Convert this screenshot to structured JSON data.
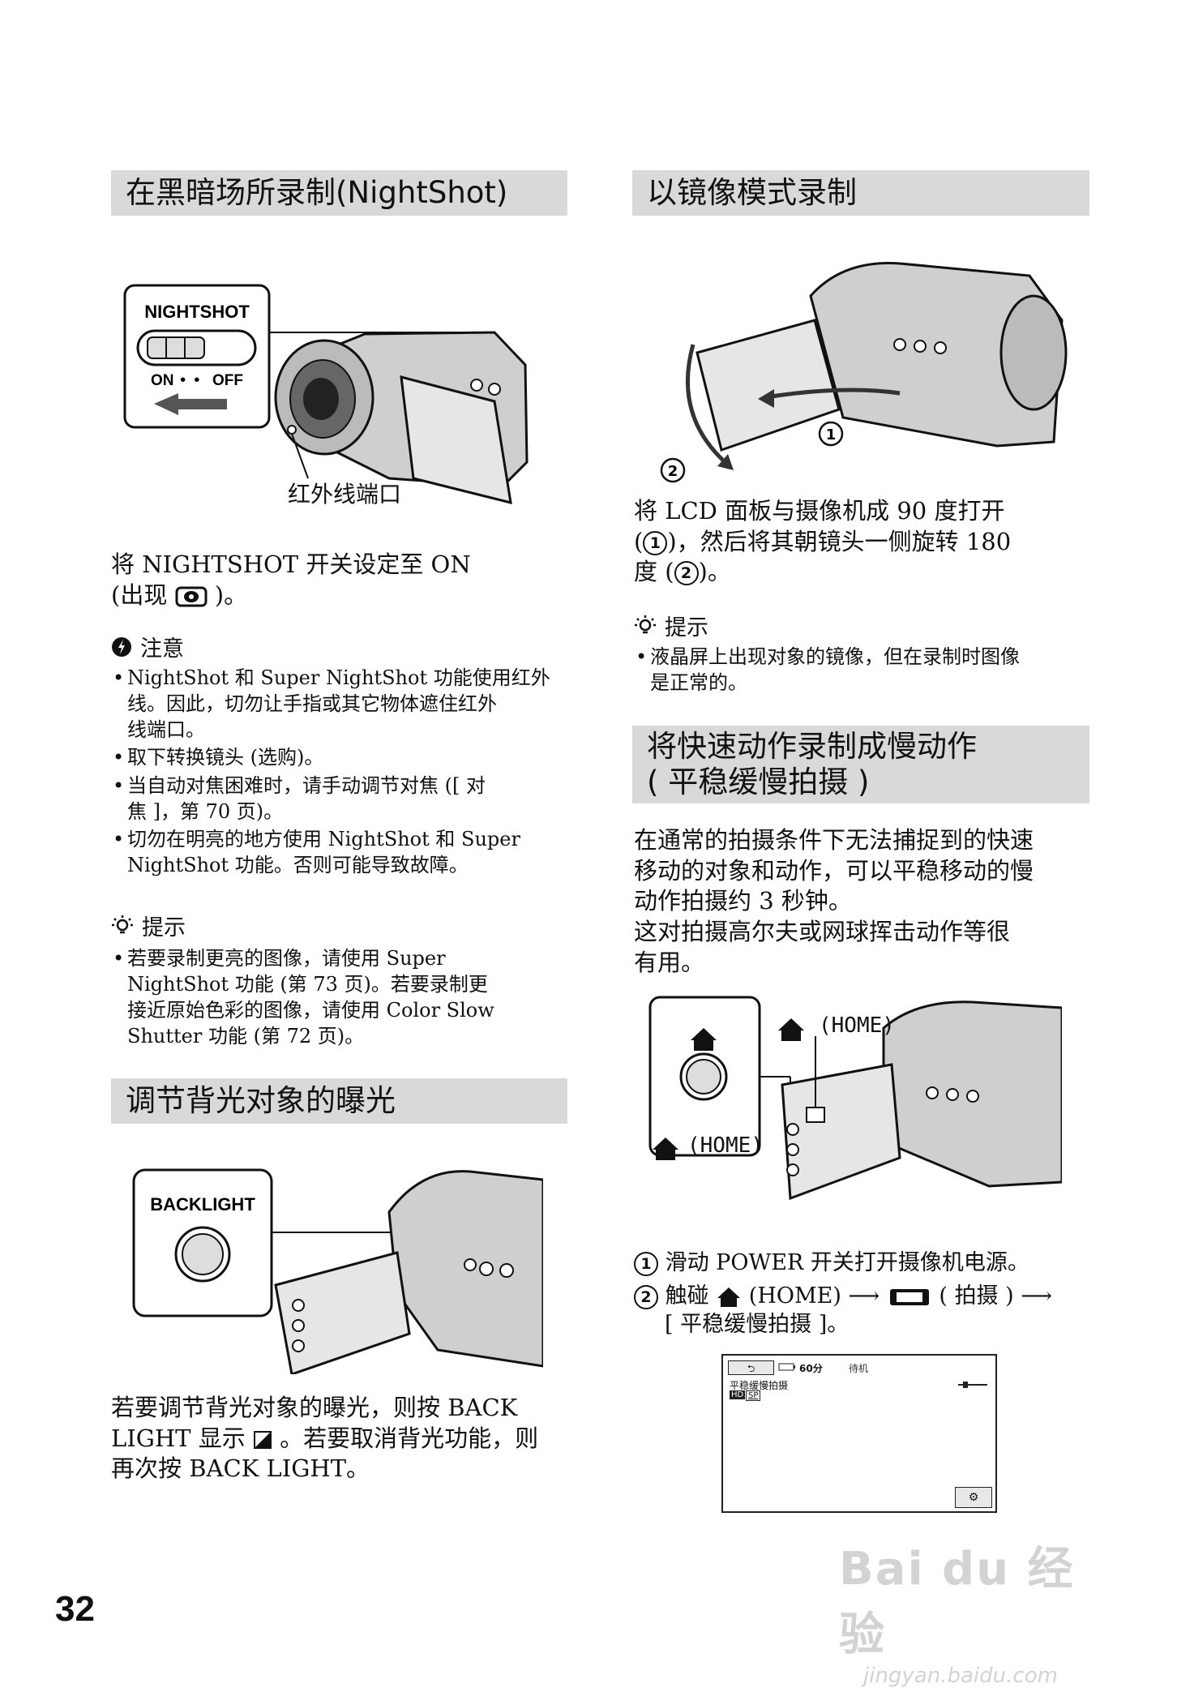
{
  "page_number": "32",
  "watermark": {
    "brand": "Bai du 经验",
    "url": "jingyan.baidu.com"
  },
  "left": {
    "nightshot": {
      "heading": "在黑暗场所录制(NightShot)",
      "fig_switch_label": "NIGHTSHOT",
      "fig_on": "ON",
      "fig_off": "OFF",
      "fig_caption": "红外线端口",
      "body": [
        "将 NIGHTSHOT 开关设定至 ON",
        "(出现",
        ")。"
      ],
      "caution_title": "注意",
      "caution_items": [
        [
          "NightShot 和 Super NightShot 功能使用红外",
          "线。因此，切勿让手指或其它物体遮住红外",
          "线端口。"
        ],
        [
          "取下转换镜头 (选购)。"
        ],
        [
          "当自动对焦困难时，请手动调节对焦 ([ 对",
          "焦 ]，第 70 页)。"
        ],
        [
          "切勿在明亮的地方使用 NightShot 和 Super",
          "NightShot 功能。否则可能导致故障。"
        ]
      ],
      "tip_title": "提示",
      "tip_items": [
        [
          "若要录制更亮的图像，请使用 Super",
          "NightShot 功能 (第 73 页)。若要录制更",
          "接近原始色彩的图像，请使用 Color Slow",
          "Shutter 功能 (第 72 页)。"
        ]
      ]
    },
    "backlight": {
      "heading": "调节背光对象的曝光",
      "fig_button_label": "BACKLIGHT",
      "body": [
        "若要调节背光对象的曝光，则按 BACK",
        "LIGHT 显示",
        "。若要取消背光功能，则",
        "再次按 BACK LIGHT。"
      ]
    }
  },
  "right": {
    "mirror": {
      "heading": "以镜像模式录制",
      "body": [
        "将 LCD 面板与摄像机成 90 度打开",
        "(",
        ")，然后将其朝镜头一侧旋转 180",
        "度 (",
        ")。"
      ],
      "tip_title": "提示",
      "tip_items": [
        [
          "液晶屏上出现对象的镜像，但在录制时图像",
          "是正常的。"
        ]
      ]
    },
    "slowrec": {
      "heading_line1": "将快速动作录制成慢动作",
      "heading_line2": "( 平稳缓慢拍摄 )",
      "body": [
        "在通常的拍摄条件下无法捕捉到的快速",
        "移动的对象和动作，可以平稳移动的慢",
        "动作拍摄约 3 秒钟。",
        "这对拍摄高尔夫或网球挥击动作等很",
        "有用。"
      ],
      "fig_home_label_1": "(HOME)",
      "fig_home_label_2": "(HOME)",
      "step1": "滑动 POWER 开关打开摄像机电源。",
      "step2_a": "触碰",
      "step2_b": "(HOME)",
      "step2_c": "( 拍摄 )",
      "step2_d": "[ 平稳缓慢拍摄 ]。",
      "lcd": {
        "battery": "60分",
        "status": "待机",
        "mode": "平稳缓慢拍摄",
        "badge_hd": "HD",
        "badge_sp": "SP"
      }
    }
  },
  "marks": {
    "one": "1",
    "two": "2"
  }
}
